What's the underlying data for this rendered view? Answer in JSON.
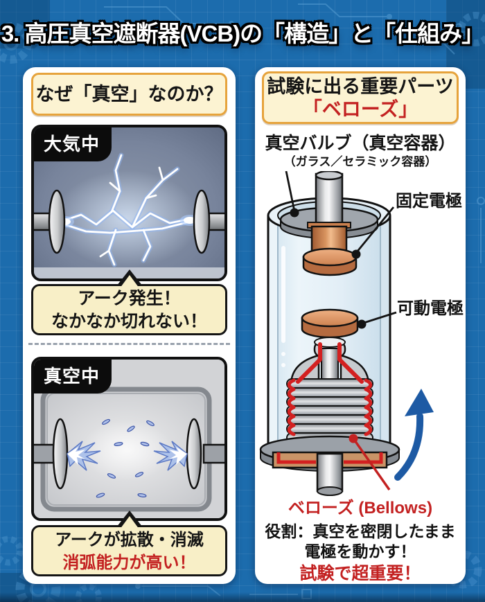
{
  "title": "3. 高圧真空遮断器(VCB)の「構造」と「仕組み」",
  "left_panel": {
    "heading": "なぜ「真空」なのか？",
    "atmosphere": {
      "tag": "大気中",
      "callout": [
        "アーク発生！",
        "なかなか切れない！"
      ]
    },
    "vacuum": {
      "tag": "真空中",
      "callout_black": "アークが拡散・消滅",
      "callout_red": "消弧能力が高い！"
    }
  },
  "right_panel": {
    "heading_black": "試験に出る重要パーツ",
    "heading_red": "「ベローズ」",
    "valve_label": "真空バルブ（真空容器）",
    "valve_sublabel": "（ガラス／セラミック容器）",
    "fixed_electrode_label": "固定電極",
    "movable_electrode_label": "可動電極",
    "bellows_label": "ベローズ (Bellows)",
    "role": [
      "役割：真空を密閉したまま",
      "電極を動かす！"
    ],
    "exam_note": "試験で超重要！"
  },
  "colors": {
    "background_blue": "#1c6cad",
    "panel_white": "#ffffff",
    "cream_box": "#fcf3d2",
    "orange_border": "#e6a33c",
    "accent_red": "#c32121",
    "callout_cream": "#f8efc7",
    "atmosphere_slate": "#76829b",
    "copper": "#d8935f",
    "glass_blue": "#dcebf5",
    "arrow_blue": "#1d5aa4"
  }
}
